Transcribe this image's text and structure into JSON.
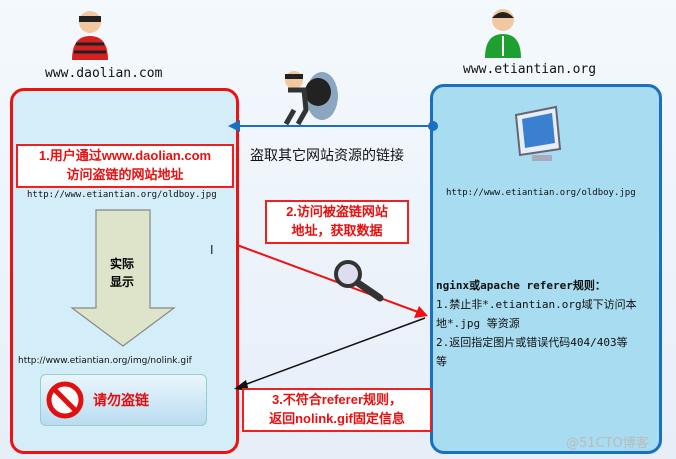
{
  "left_site": "www.daolian.com",
  "right_site": "www.etiantian.org",
  "steal_label": "盗取其它网站资源的链接",
  "step1": {
    "line1": "1.用户通过www.daolian.com",
    "line2": "访问盗链的网站地址"
  },
  "left_url": "http://www.etiantian.org/oldboy.jpg",
  "actual_display": {
    "line1": "实际",
    "line2": "显示"
  },
  "nolink_url": "http://www.etiantian.org/img/nolink.gif",
  "forbidden_text": "请勿盗链",
  "step2": {
    "line1": "2.访问被盗链网站",
    "line2": "地址，获取数据"
  },
  "step3": {
    "line1": "3.不符合referer规则，",
    "line2": "返回nolink.gif固定信息"
  },
  "right_url": "http://www.etiantian.org/oldboy.jpg",
  "rules": {
    "title": "nginx或apache referer规则：",
    "rule1a": "1.禁止非*.etiantian.org域下访问本",
    "rule1b": "地*.jpg 等资源",
    "rule2a": "2.返回指定图片或错误代码404/403等",
    "rule2b": "等"
  },
  "watermark": "@51CTO博客"
}
